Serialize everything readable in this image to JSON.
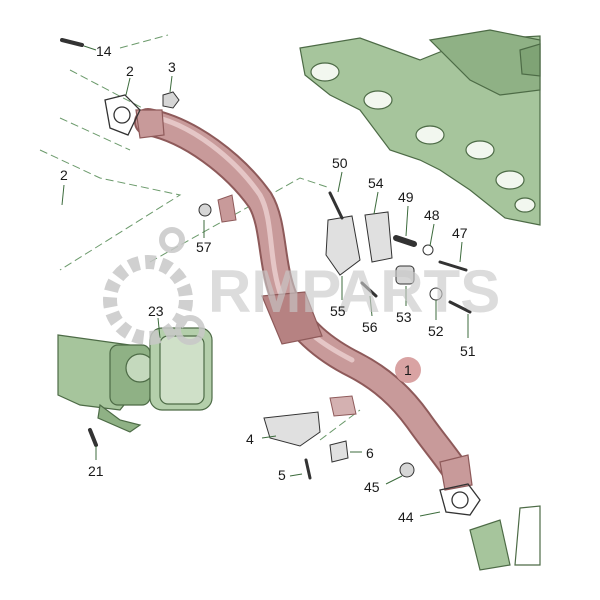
{
  "watermark": {
    "text": "RMPARTS"
  },
  "colors": {
    "pipe": "#c89a9a",
    "pipe_dark": "#8e5a5a",
    "green": "#9ebf94",
    "green_dark": "#4d6b46",
    "grey": "#8a8a8a",
    "badge": "#d9a3a3",
    "leader": "#3c6b3c",
    "dash": "#6b9a6b"
  },
  "callouts": {
    "c14": "14",
    "c2a": "2",
    "c3": "3",
    "c2b": "2",
    "c57": "57",
    "c23": "23",
    "c21": "21",
    "c50": "50",
    "c54": "54",
    "c49": "49",
    "c48": "48",
    "c47": "47",
    "c55": "55",
    "c56": "56",
    "c53": "53",
    "c52": "52",
    "c51": "51",
    "c1": "1",
    "c4": "4",
    "c6": "6",
    "c5": "5",
    "c45": "45",
    "c44": "44"
  }
}
